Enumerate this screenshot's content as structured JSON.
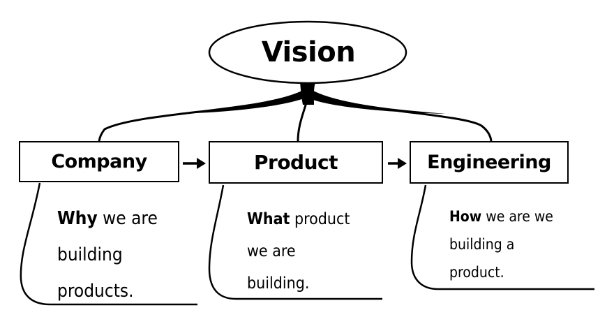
{
  "vision": {
    "label": "Vision"
  },
  "columns": [
    {
      "title": "Company",
      "keyword": "Why",
      "lines": [
        " we are",
        "building",
        "products."
      ]
    },
    {
      "title": "Product",
      "keyword": "What",
      "lines": [
        " product",
        "we are",
        "building."
      ]
    },
    {
      "title": "Engineering",
      "keyword": "How",
      "lines": [
        " we are we",
        "building a",
        "product."
      ]
    }
  ],
  "colors": {
    "stroke": "#000000",
    "background": "#ffffff"
  }
}
